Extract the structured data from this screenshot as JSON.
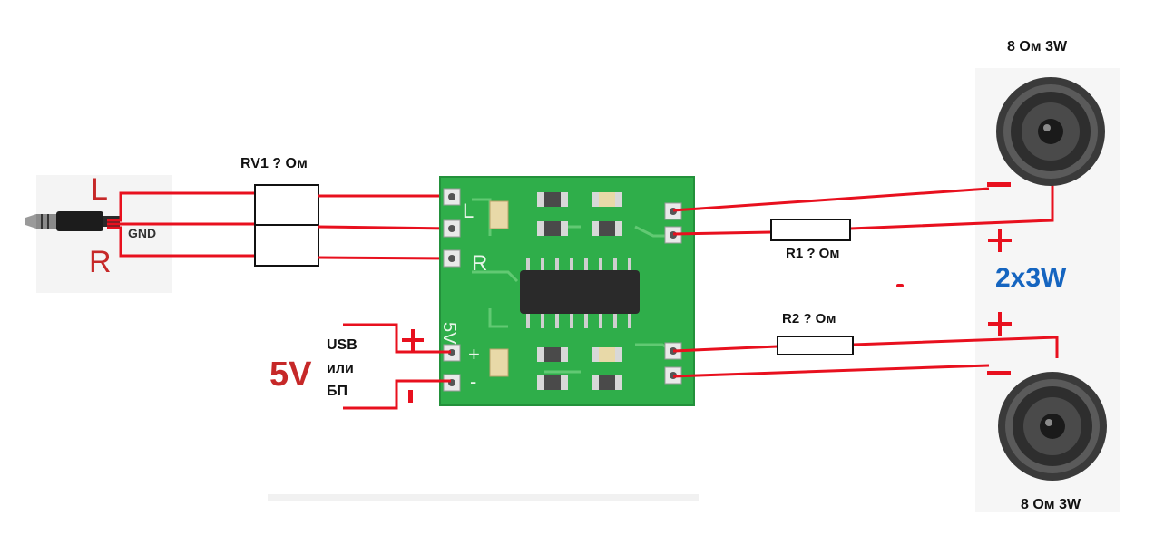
{
  "jack": {
    "label_l": "L",
    "label_r": "R",
    "label_gnd": "GND"
  },
  "rv1": {
    "label": "RV1 ? Ом"
  },
  "board": {
    "silk_5v": "5V",
    "silk_plus": "+",
    "silk_minus": "-",
    "silk_r": "R",
    "silk_l": "L"
  },
  "power": {
    "voltage": "5V",
    "source_line1": "USB",
    "source_line2": "или",
    "source_line3": "БП",
    "plus": "+",
    "minus": "-"
  },
  "r1": {
    "label": "R1 ? Ом"
  },
  "r2": {
    "label": "R2 ? Ом"
  },
  "speaker_top": {
    "label": "8 Ом 3W",
    "minus": "−",
    "plus": "+"
  },
  "speaker_bottom": {
    "label": "8 Ом 3W",
    "plus": "+",
    "minus": "−"
  },
  "total_power": "2x3W",
  "colors": {
    "wire": "#e8101e",
    "board": "#2fae4a",
    "board_dark": "#1f8a38",
    "accent_blue": "#1565c0",
    "label_red": "#c62828"
  }
}
